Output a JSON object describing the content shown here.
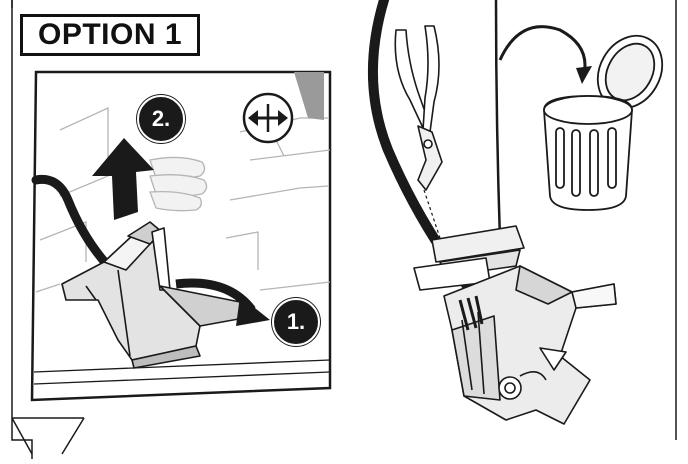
{
  "option_label": "OPTION 1",
  "steps": [
    {
      "number": "1."
    },
    {
      "number": "2."
    }
  ],
  "icons": {
    "slide_direction": "double-arrow-horizontal-icon",
    "tool": "wire-cutter-pliers-icon",
    "bin": "trash-bin-icon",
    "up_arrow": "up-arrow-icon",
    "rotate_arrow": "rotate-arrow-icon",
    "dispose_arrow": "curved-arrow-icon"
  },
  "colors": {
    "line": "#1a1a1a",
    "grey": "#9a9a9a",
    "light_grey": "#d6d6d6",
    "panel": "#f7f7f7"
  }
}
